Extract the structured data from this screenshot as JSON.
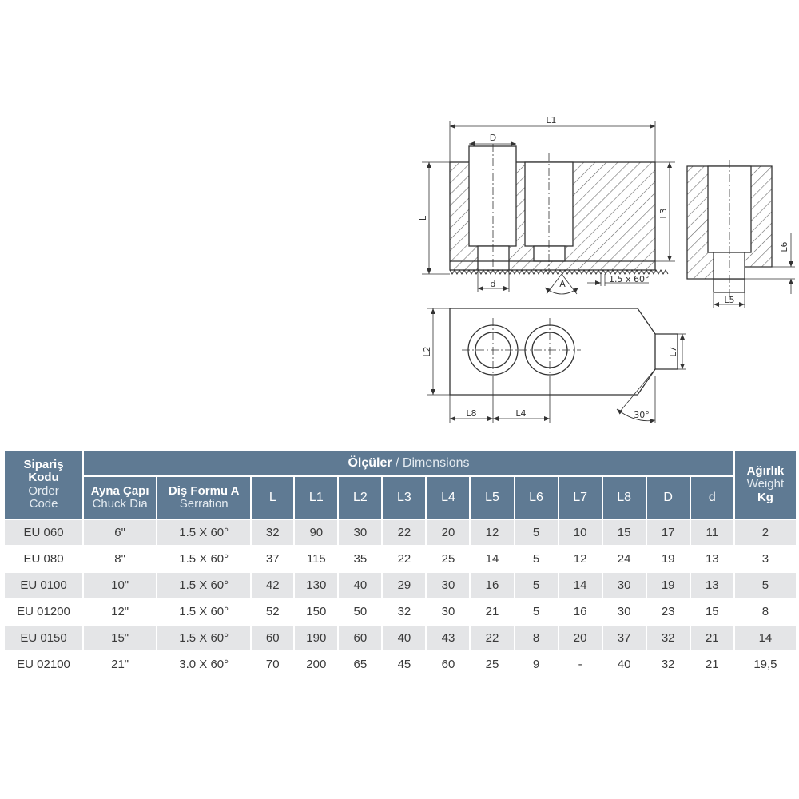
{
  "drawing": {
    "labels": {
      "L1": "L1",
      "D": "D",
      "L": "L",
      "L3": "L3",
      "d": "d",
      "A": "A",
      "serration": "1.5 x 60°",
      "L6": "L6",
      "L5": "L5",
      "L2": "L2",
      "L7": "L7",
      "L8": "L8",
      "L4": "L4",
      "angle": "30°"
    }
  },
  "table": {
    "code_header": {
      "tr1": "Sipariş",
      "tr2": "Kodu",
      "en1": "Order",
      "en2": "Code"
    },
    "dimensions_header": {
      "tr": "Ölçüler",
      "sep": " / ",
      "en": "Dimensions"
    },
    "weight_header": {
      "tr": "Ağırlık",
      "en": "Weight",
      "unit": "Kg"
    },
    "chuck_header": {
      "tr": "Ayna Çapı",
      "en": "Chuck Dia"
    },
    "serration_header": {
      "tr": "Diş Formu A",
      "en": "Serration"
    },
    "dim_columns": [
      "L",
      "L1",
      "L2",
      "L3",
      "L4",
      "L5",
      "L6",
      "L7",
      "L8",
      "D",
      "d"
    ],
    "rows": [
      [
        "EU 060",
        "6\"",
        "1.5 X 60°",
        "32",
        "90",
        "30",
        "22",
        "20",
        "12",
        "5",
        "10",
        "15",
        "17",
        "11",
        "2"
      ],
      [
        "EU 080",
        "8\"",
        "1.5 X 60°",
        "37",
        "115",
        "35",
        "22",
        "25",
        "14",
        "5",
        "12",
        "24",
        "19",
        "13",
        "3"
      ],
      [
        "EU 0100",
        "10\"",
        "1.5 X 60°",
        "42",
        "130",
        "40",
        "29",
        "30",
        "16",
        "5",
        "14",
        "30",
        "19",
        "13",
        "5"
      ],
      [
        "EU 01200",
        "12\"",
        "1.5 X 60°",
        "52",
        "150",
        "50",
        "32",
        "30",
        "21",
        "5",
        "16",
        "30",
        "23",
        "15",
        "8"
      ],
      [
        "EU 0150",
        "15\"",
        "1.5 X 60°",
        "60",
        "190",
        "60",
        "40",
        "43",
        "22",
        "8",
        "20",
        "37",
        "32",
        "21",
        "14"
      ],
      [
        "EU 02100",
        "21\"",
        "3.0 X 60°",
        "70",
        "200",
        "65",
        "45",
        "60",
        "25",
        "9",
        "-",
        "40",
        "32",
        "21",
        "19,5"
      ]
    ]
  }
}
